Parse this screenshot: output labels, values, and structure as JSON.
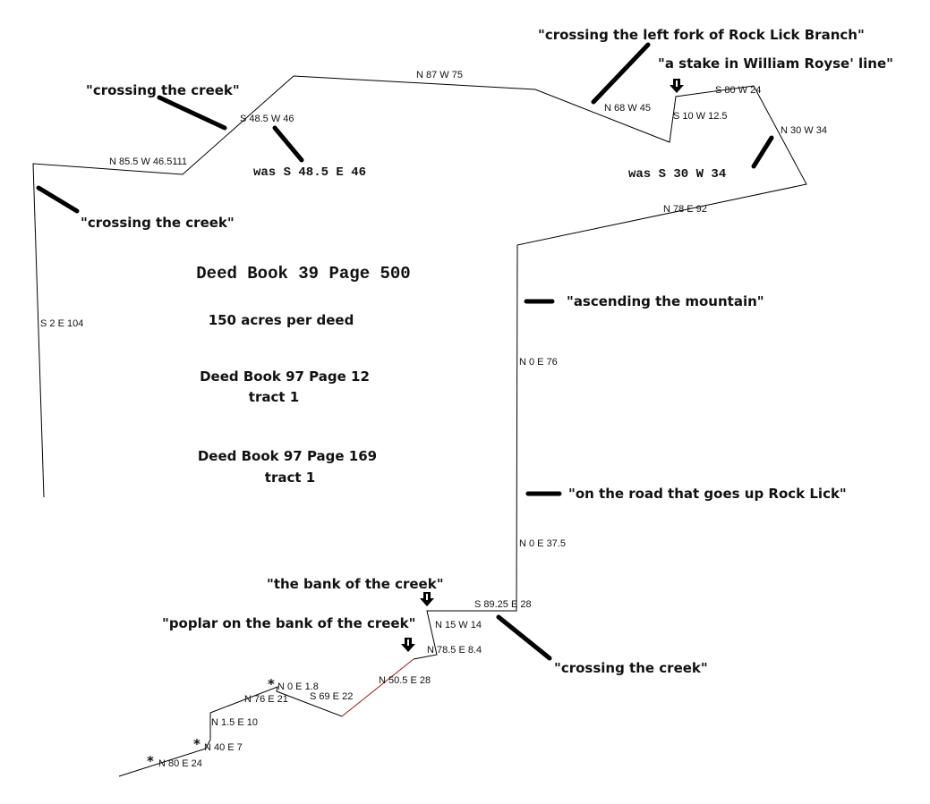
{
  "title": "Deed Book 39 Page 500",
  "acreage": "150 acres per deed",
  "references": [
    {
      "line1": "Deed Book 97 Page 12",
      "line2": "tract 1"
    },
    {
      "line1": "Deed Book 97 Page 169",
      "line2": "tract 1"
    }
  ],
  "bearings": {
    "s2e104": "S 2 E 104",
    "n855w": "N 85.5 W 46.5111",
    "s485w46": "S 48.5 W 46",
    "n87w75": "N 87 W 75",
    "n68w45": "N 68 W 45",
    "s10w125": "S 10 W 12.5",
    "s80w24": "S 80 W 24",
    "n30w34": "N 30 W 34",
    "n78e92": "N 78 E 92",
    "n0e76": "N 0 E 76",
    "n0e375": "N 0 E 37.5",
    "s8925e28": "S 89.25 E 28",
    "n15w14": "N 15 W 14",
    "n785e84": "N 78.5 E 8.4",
    "n505e28": "N 50.5 E 28",
    "n0e18": "N 0 E 1.8",
    "s69e22": "S 69 E 22",
    "n76e21": "N 76 E 21",
    "n15e10": "N 1.5 E 10",
    "n40e7": "N 40 E 7",
    "n80e24": "N 80 E 24"
  },
  "notes": {
    "was1": "was S 48.5 E 46",
    "was2": "was S 30 W 34"
  },
  "quotes": {
    "creek_top": "\"crossing the creek\"",
    "creek_left": "\"crossing the creek\"",
    "left_fork": "\"crossing the left fork of Rock Lick Branch\"",
    "stake": "\"a stake in William Royse' line\"",
    "mountain": "\"ascending the mountain\"",
    "road": "\"on the road that goes up Rock Lick\"",
    "bank": "\"the bank of the creek\"",
    "poplar": "\"poplar on the bank of the creek\"",
    "creek_bottom": "\"crossing the creek\""
  },
  "markers": {
    "star": "*"
  }
}
